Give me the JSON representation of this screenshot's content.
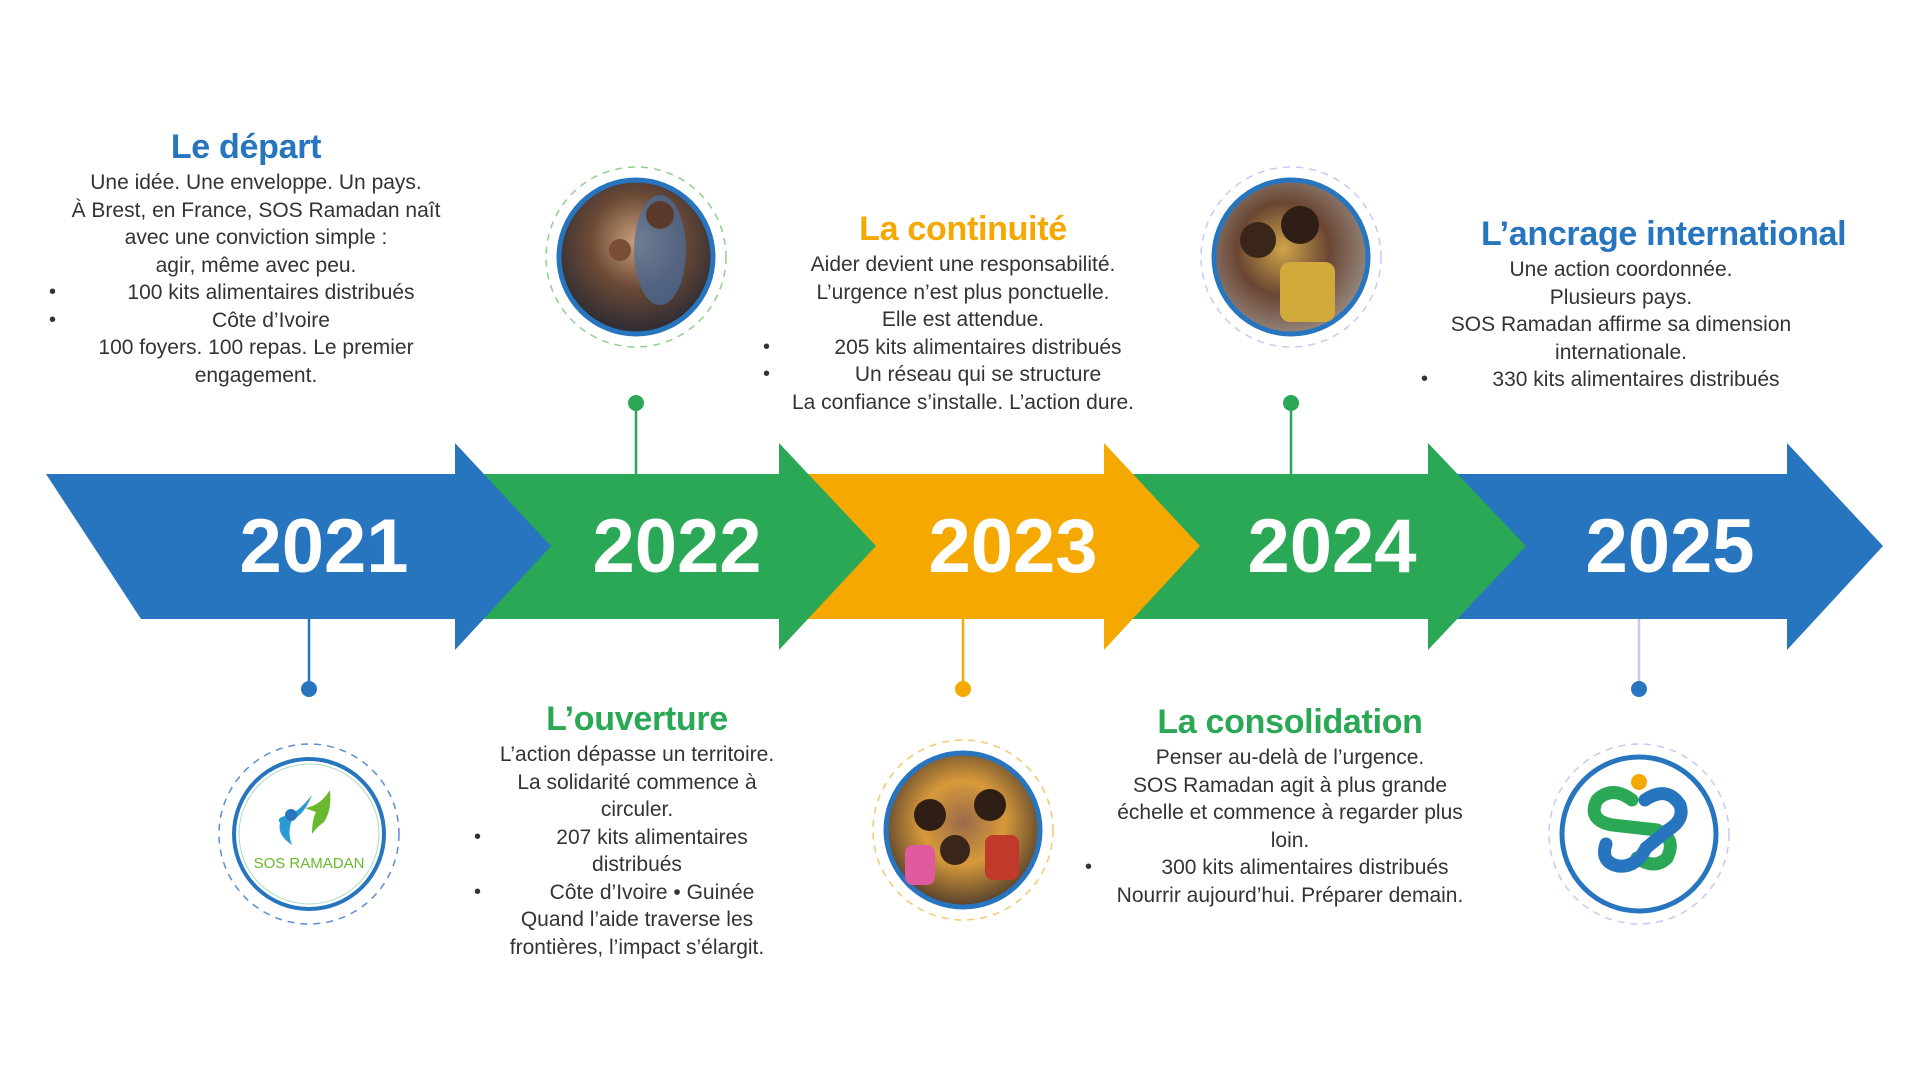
{
  "colors": {
    "blue": "#2775BE",
    "green": "#2AA855",
    "orange": "#F5A800",
    "text": "#333333"
  },
  "milestones": [
    {
      "year": "2021",
      "title": "Le départ",
      "color": "#2775BE",
      "lines": [
        {
          "text": "Une idée. Une enveloppe. Un pays.",
          "bullet": false
        },
        {
          "text": "À Brest, en France, SOS Ramadan naît",
          "bullet": false
        },
        {
          "text": "avec une conviction simple :",
          "bullet": false
        },
        {
          "text": "agir, même avec peu.",
          "bullet": false
        },
        {
          "text": "100 kits alimentaires distribués",
          "bullet": true
        },
        {
          "text": "Côte d’Ivoire",
          "bullet": true
        },
        {
          "text": "100 foyers. 100 repas. Le premier",
          "bullet": false
        },
        {
          "text": "engagement.",
          "bullet": false
        }
      ],
      "image": {
        "kind": "logo",
        "label": "SOS RAMADAN"
      }
    },
    {
      "year": "2022",
      "title": "L’ouverture",
      "color": "#2AA855",
      "lines": [
        {
          "text": "L’action dépasse un territoire.",
          "bullet": false
        },
        {
          "text": "La solidarité commence à",
          "bullet": false
        },
        {
          "text": "circuler.",
          "bullet": false
        },
        {
          "text": "207 kits alimentaires",
          "bullet": true
        },
        {
          "text": "distribués",
          "bullet": false
        },
        {
          "text": "Côte d’Ivoire • Guinée",
          "bullet": true
        },
        {
          "text": "Quand l’aide traverse les",
          "bullet": false
        },
        {
          "text": "frontières, l’impact s’élargit.",
          "bullet": false
        }
      ],
      "image": {
        "kind": "photo"
      }
    },
    {
      "year": "2023",
      "title": "La continuité",
      "color": "#F5A800",
      "lines": [
        {
          "text": "Aider devient une responsabilité.",
          "bullet": false
        },
        {
          "text": "L’urgence n’est plus ponctuelle.",
          "bullet": false
        },
        {
          "text": "Elle est attendue.",
          "bullet": false
        },
        {
          "text": "205 kits alimentaires distribués",
          "bullet": true
        },
        {
          "text": "Un réseau qui se structure",
          "bullet": true
        },
        {
          "text": "La confiance s’installe. L’action dure.",
          "bullet": false
        }
      ],
      "image": {
        "kind": "photo"
      }
    },
    {
      "year": "2024",
      "title": "La consolidation",
      "color": "#2AA855",
      "lines": [
        {
          "text": "Penser au-delà de l’urgence.",
          "bullet": false
        },
        {
          "text": "SOS Ramadan agit à plus grande",
          "bullet": false
        },
        {
          "text": "échelle et commence à regarder plus",
          "bullet": false
        },
        {
          "text": "loin.",
          "bullet": false
        },
        {
          "text": "300 kits alimentaires distribués",
          "bullet": true
        },
        {
          "text": "Nourrir aujourd’hui. Préparer demain.",
          "bullet": false
        }
      ],
      "image": {
        "kind": "photo"
      }
    },
    {
      "year": "2025",
      "title": "L’ancrage international",
      "color": "#2775BE",
      "lines": [
        {
          "text": "Une action coordonnée.",
          "bullet": false
        },
        {
          "text": "Plusieurs pays.",
          "bullet": false
        },
        {
          "text": "SOS Ramadan affirme sa dimension",
          "bullet": false
        },
        {
          "text": "internationale.",
          "bullet": false
        },
        {
          "text": "330 kits alimentaires distribués",
          "bullet": true
        }
      ],
      "image": {
        "kind": "logo-mark"
      }
    }
  ]
}
